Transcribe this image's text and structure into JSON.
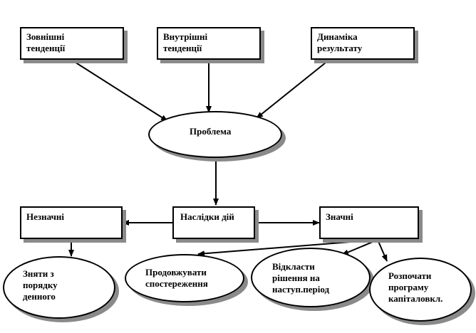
{
  "diagram": {
    "top_left": "Зовнішні\nтенденції",
    "top_mid": "Внутрішні\nтенденції",
    "top_right": "Динаміка\nрезультату",
    "center": "Проблема",
    "consequences": "Наслідки  дій",
    "minor": "Незначні",
    "major": "Значні",
    "remove": "Зняти з\n порядку\nденного",
    "continue": "Продовжувати\nспостереження",
    "postpone": "Відкласти\nрішення на\nнаступ.період",
    "start_program": "Розпочати\nпрограму\nкапіталовкл."
  },
  "colors": {
    "stroke": "#000000",
    "shadow": "#8a8a8a"
  }
}
